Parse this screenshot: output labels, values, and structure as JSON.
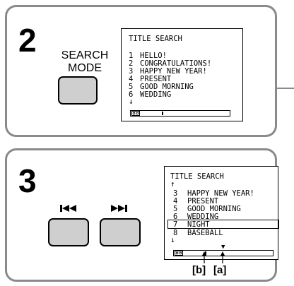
{
  "step2": {
    "number": "2",
    "button_label_line1": "SEARCH",
    "button_label_line2": "MODE",
    "screen": {
      "title": "TITLE SEARCH",
      "items": [
        {
          "num": "1",
          "text": "HELLO!"
        },
        {
          "num": "2",
          "text": "CONGRATULATIONS!"
        },
        {
          "num": "3",
          "text": "HAPPY NEW YEAR!"
        },
        {
          "num": "4",
          "text": "PRESENT"
        },
        {
          "num": "5",
          "text": "GOOD MORNING"
        },
        {
          "num": "6",
          "text": "WEDDING"
        }
      ],
      "down_arrow": "↓"
    }
  },
  "step3": {
    "number": "3",
    "rewind_icon": "rewind-to-start-icon",
    "forward_icon": "fast-forward-to-end-icon",
    "screen": {
      "title": "TITLE SEARCH",
      "up_arrow": "↑",
      "items": [
        {
          "num": "3",
          "text": "HAPPY NEW YEAR!"
        },
        {
          "num": "4",
          "text": "PRESENT"
        },
        {
          "num": "5",
          "text": "GOOD MORNING"
        },
        {
          "num": "6",
          "text": "WEDDING"
        },
        {
          "num": "7",
          "text": "NIGHT"
        },
        {
          "num": "8",
          "text": "BASEBALL"
        }
      ],
      "selected_item": "7",
      "down_arrow": "↓",
      "cursor_marker": "▼"
    },
    "callout_b": "[b]",
    "callout_a": "[a]"
  },
  "colors": {
    "panel_border": "#8a8a8a",
    "button_fill": "#cfcfcf"
  }
}
